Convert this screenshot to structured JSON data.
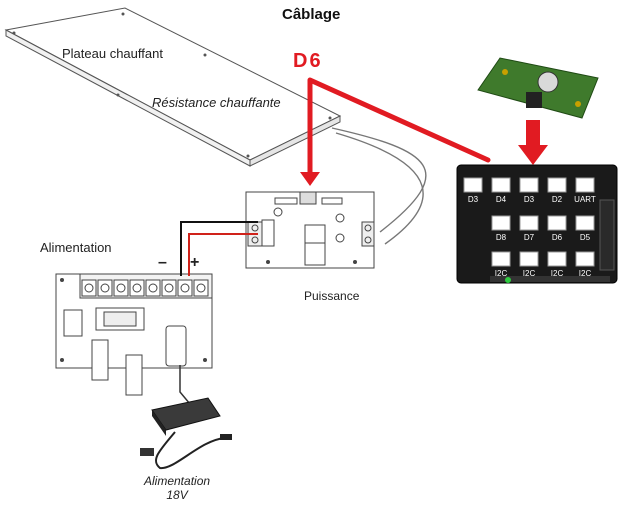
{
  "title": "Câblage",
  "heatbed": {
    "label": "Plateau chauffant",
    "element_label": "Résistance chauffante"
  },
  "signal_label": "D6",
  "power_supply": {
    "label": "Alimentation",
    "minus": "–",
    "plus": "+"
  },
  "power_module": {
    "label": "Puissance"
  },
  "adapter": {
    "label_line1": "Alimentation",
    "label_line2": "18V"
  },
  "shield_ports": [
    "D3",
    "D4",
    "D3",
    "D2",
    "UART",
    "D8",
    "D7",
    "D6",
    "D5",
    "I2C",
    "I2C",
    "I2C",
    "I2C"
  ],
  "colors": {
    "signal": "#e11b22",
    "shield": "#1a1a1a",
    "connector": "#ffffff",
    "module_pcb": "#3f7a2c",
    "wire_red": "#d0221a",
    "wire_black": "#111111"
  }
}
